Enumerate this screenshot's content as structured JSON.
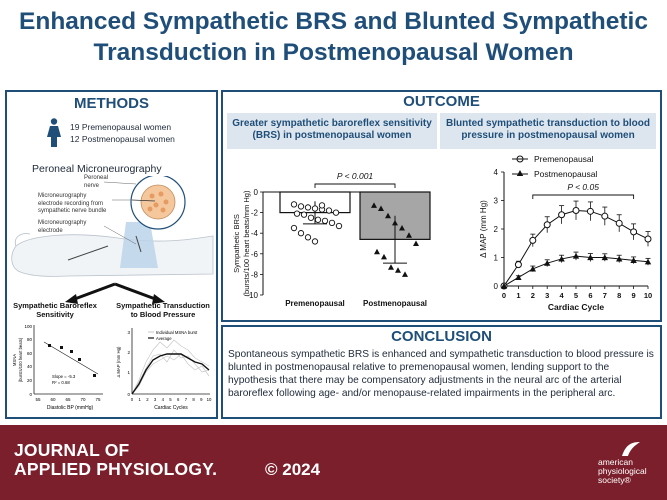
{
  "title": {
    "line1": "Enhanced Sympathetic BRS and Blunted Sympathetic",
    "line2": "Transduction in Postmenopausal Women"
  },
  "methods": {
    "heading": "METHODS",
    "participants": [
      "19 Premenopausal women",
      "12 Postmenopausal women"
    ],
    "figure_title": "Peroneal Microneurography",
    "labels": {
      "peroneal_nerve": [
        "Peroneal",
        "nerve"
      ],
      "recording_electrode": [
        "Microneurography",
        "electrode recording from",
        "sympathetic nerve bundle"
      ],
      "electrode": [
        "Microneurography",
        "electrode"
      ]
    },
    "left_sub": {
      "heading": [
        "Sympathetic Baroreflex",
        "Sensitivity"
      ],
      "ylabel": [
        "MSNA",
        "(bursts/100 heart beats)"
      ],
      "xlabel": "Diastolic BP (mmHg)",
      "slope_text": "Slope = -5.3",
      "r2_text": "R² = 0.68",
      "x_ticks": [
        "55",
        "60",
        "65",
        "70",
        "75"
      ],
      "y_ticks": [
        "100",
        "80",
        "60",
        "40",
        "20",
        "0"
      ]
    },
    "right_sub": {
      "heading": [
        "Sympathetic Transduction",
        "to Blood Pressure"
      ],
      "legend": [
        "Individual MSNA burst",
        "Average"
      ],
      "ylabel": "Δ MAP (mm Hg)",
      "xlabel": "Cardiac Cycles",
      "x_ticks": [
        "0",
        "1",
        "2",
        "3",
        "4",
        "5",
        "6",
        "7",
        "8",
        "9",
        "10"
      ],
      "y_ticks": [
        "3",
        "2",
        "1",
        "0"
      ]
    }
  },
  "outcome": {
    "heading": "OUTCOME",
    "left_heading": [
      "Greater sympathetic baroreflex sensitivity",
      "(BRS) in postmenopausal women"
    ],
    "right_heading": [
      "Blunted sympathetic transduction to blood",
      "pressure in postmenopausal women"
    ]
  },
  "chart_data": [
    {
      "type": "bar",
      "ylabel": "Sympathetic BRS (bursts/100 heart beats/mm Hg)",
      "categories": [
        "Premenopausal",
        "Postmenopausal"
      ],
      "values": [
        -2.0,
        -4.6
      ],
      "errors": [
        1.1,
        2.3
      ],
      "ylim": [
        -10,
        0
      ],
      "y_ticks": [
        "0",
        "-2",
        "-4",
        "-6",
        "-8",
        "-10"
      ],
      "annotation": "P < 0.001",
      "points": {
        "Premenopausal": [
          -1.2,
          -1.4,
          -1.5,
          -1.6,
          -1.7,
          -1.8,
          -2.0,
          -2.1,
          -2.2,
          -2.5,
          -2.7,
          -2.8,
          -3.0,
          -3.3,
          -3.5,
          -4.0,
          -4.4,
          -4.8,
          -1.3
        ],
        "Postmenopausal": [
          -1.3,
          -1.6,
          -2.3,
          -3.0,
          -3.5,
          -4.2,
          -5.0,
          -5.8,
          -6.3,
          -7.3,
          -7.6,
          -8.0
        ]
      },
      "colors": [
        "#ffffff",
        "#a6a6a6"
      ]
    },
    {
      "type": "line",
      "xlabel": "Cardiac Cycle",
      "ylabel": "Δ MAP (mm Hg)",
      "x": [
        0,
        1,
        2,
        3,
        4,
        5,
        6,
        7,
        8,
        9,
        10
      ],
      "xlim": [
        0,
        10
      ],
      "ylim": [
        0,
        4
      ],
      "y_ticks": [
        "0",
        "1",
        "2",
        "3",
        "4"
      ],
      "annotation": "P < 0.05",
      "series": [
        {
          "name": "Premenopausal",
          "values": [
            0,
            0.75,
            1.6,
            2.15,
            2.5,
            2.65,
            2.62,
            2.45,
            2.2,
            1.9,
            1.65
          ],
          "errors": [
            0,
            0.12,
            0.22,
            0.28,
            0.32,
            0.33,
            0.33,
            0.32,
            0.3,
            0.28,
            0.26
          ],
          "marker": "circle-open"
        },
        {
          "name": "Postmenopausal",
          "values": [
            0,
            0.3,
            0.6,
            0.8,
            0.95,
            1.05,
            1.0,
            1.0,
            0.95,
            0.9,
            0.85
          ],
          "errors": [
            0,
            0.06,
            0.1,
            0.12,
            0.13,
            0.14,
            0.14,
            0.13,
            0.13,
            0.12,
            0.12
          ],
          "marker": "triangle-filled"
        }
      ]
    }
  ],
  "conclusion": {
    "heading": "CONCLUSION",
    "text": "Spontaneous sympathetic BRS is enhanced and sympathetic transduction to blood pressure is blunted in postmenopausal relative to premenopausal women, lending support to the hypothesis that there may be compensatory adjustments in the neural arc of the arterial baroreflex following age- and/or menopause-related impairments in the peripheral arc."
  },
  "footer": {
    "journal_line1": "JOURNAL OF",
    "journal_line2": "APPLIED PHYSIOLOGY.",
    "copyright": "© 2024",
    "society": [
      "american",
      "physiological",
      "society®"
    ]
  },
  "colors": {
    "title_blue": "#1f4e79",
    "footer_maroon": "#7a1f2b",
    "bar_gray": "#a6a6a6"
  }
}
